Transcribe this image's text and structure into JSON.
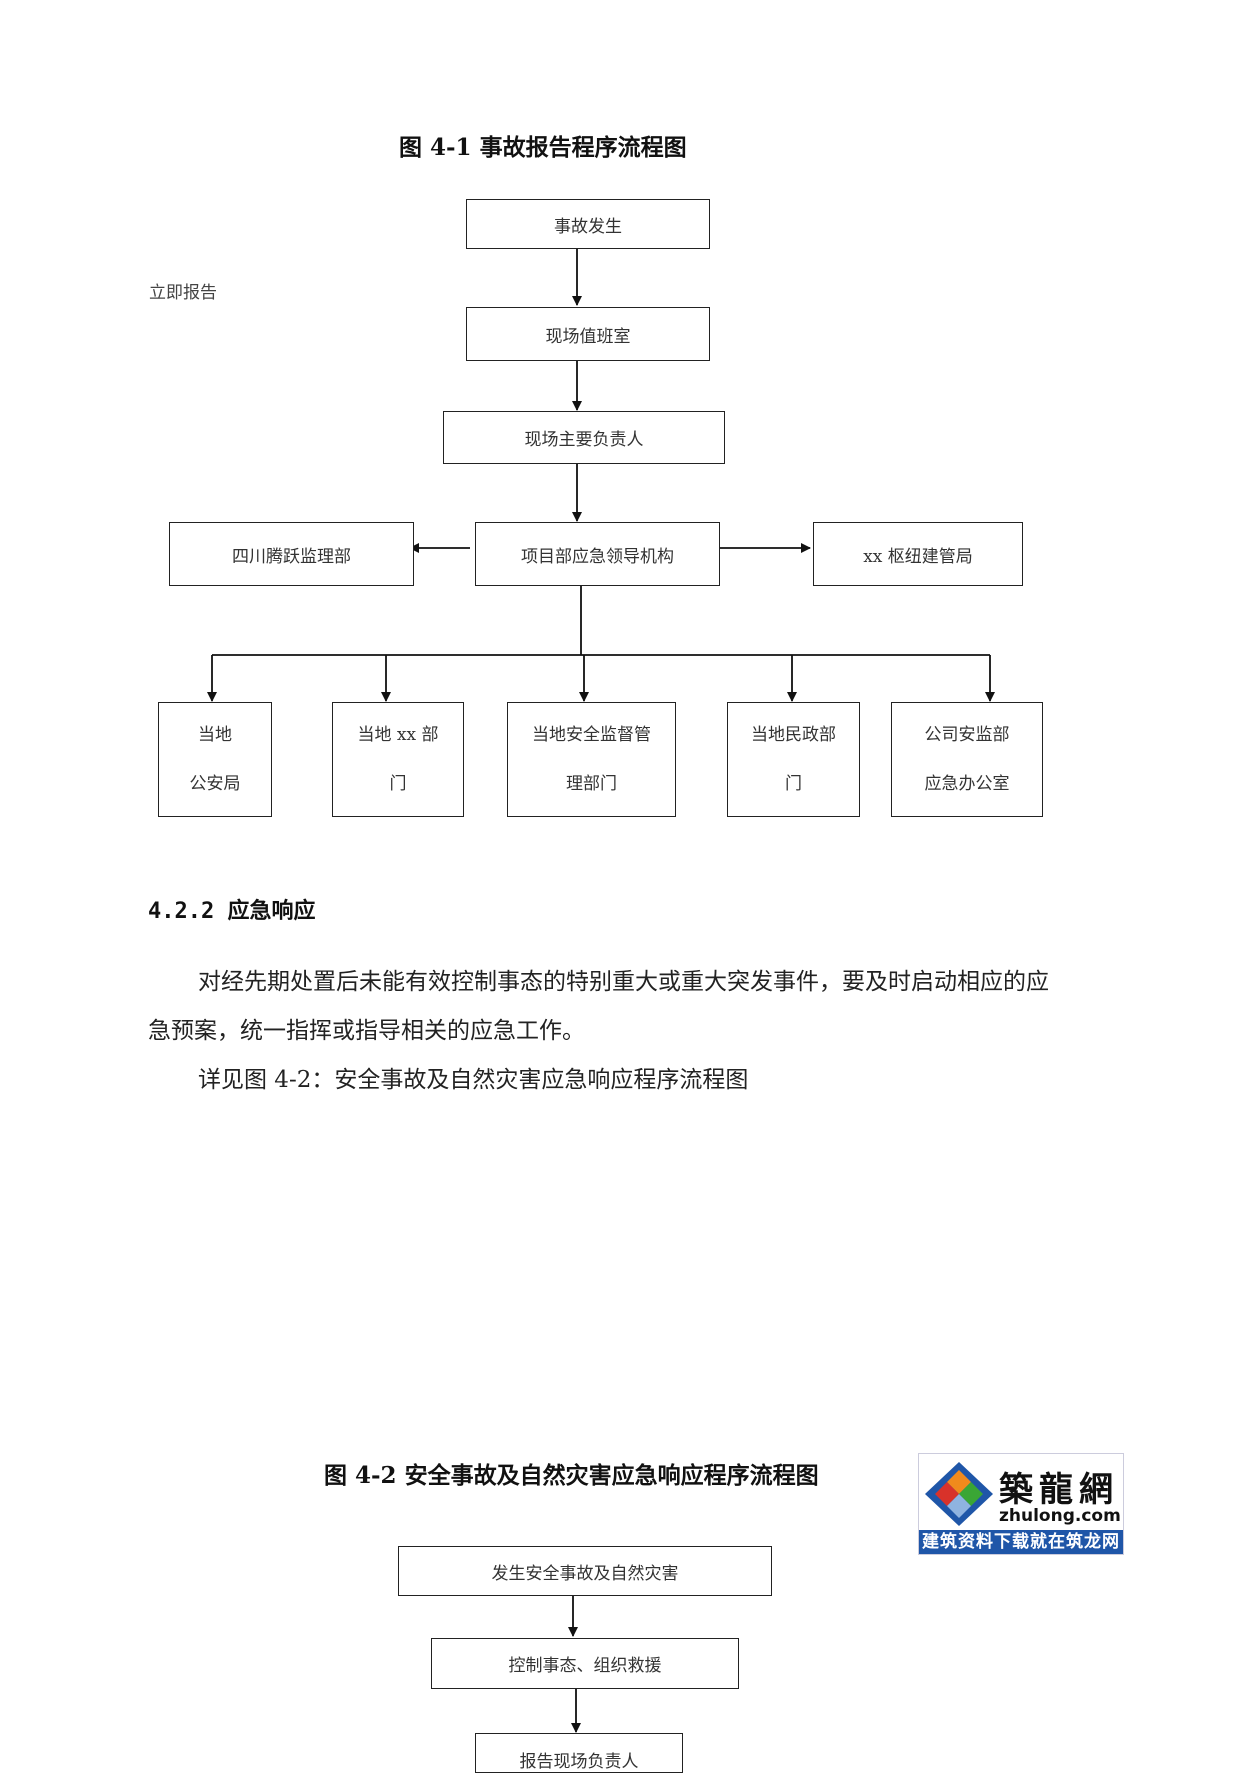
{
  "fig1": {
    "title": "图 4-1 事故报告程序流程图",
    "side_note": "立即报告",
    "boxes": {
      "accident": "事故发生",
      "duty_room": "现场值班室",
      "site_head": "现场主要负责人",
      "project_command": "项目部应急领导机构",
      "supervisor": "四川腾跃监理部",
      "hub_bureau": "xx 枢纽建管局"
    },
    "departments": [
      {
        "line1": "当地",
        "line2": "公安局"
      },
      {
        "line1": "当地 xx 部",
        "line2": "门"
      },
      {
        "line1": "当地安全监督管",
        "line2": "理部门"
      },
      {
        "line1": "当地民政部",
        "line2": "门"
      },
      {
        "line1": "公司安监部",
        "line2": "应急办公室"
      }
    ]
  },
  "section": {
    "number": "4.2.2",
    "heading": "应急响应",
    "para1_line1": "对经先期处置后未能有效控制事态的特别重大或重大突发事件，要及时启动相应的应",
    "para1_line2": "急预案，统一指挥或指导相关的应急工作。",
    "para2": "详见图 4-2：安全事故及自然灾害应急响应程序流程图"
  },
  "fig2": {
    "title": "图 4-2 安全事故及自然灾害应急响应程序流程图",
    "boxes": {
      "occur": "发生安全事故及自然灾害",
      "control": "控制事态、组织救援",
      "report": "报告现场负责人"
    }
  },
  "logo": {
    "name_cn": "築龍網",
    "domain": "zhulong.com",
    "slogan": "建筑资料下载就在筑龙网",
    "colors": {
      "blue": "#1f56a8",
      "orange": "#f08a1c",
      "green": "#3aa635",
      "red": "#d8322a"
    }
  }
}
